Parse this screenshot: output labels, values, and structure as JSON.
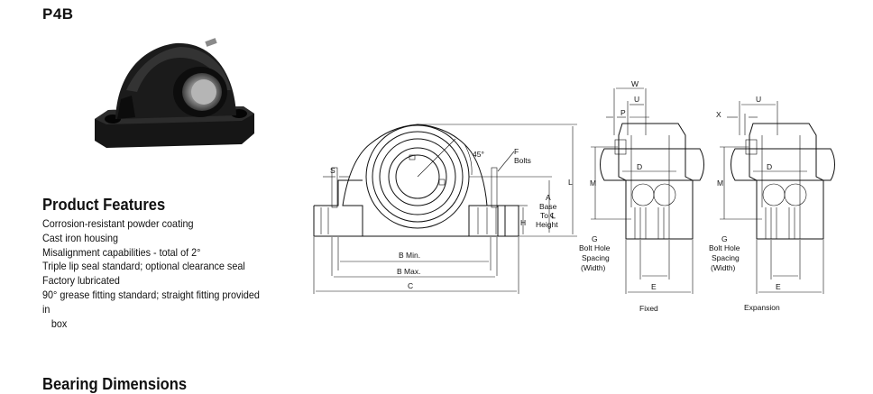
{
  "page": {
    "title": "P4B",
    "features_heading": "Product Features",
    "features": [
      "Corrosion-resistant powder coating",
      "Cast iron housing",
      "Misalignment capabilities - total of 2°",
      "Triple lip seal standard; optional clearance seal",
      "Factory lubricated"
    ],
    "feature_wrap": {
      "line1": "90° grease fitting standard; straight fitting provided in",
      "line2": "box"
    },
    "section_heading": "Bearing Dimensions"
  },
  "drawing": {
    "labels": {
      "S": "S",
      "F": "F",
      "bolts": "Bolts",
      "angle": "45°",
      "L": "L",
      "A1": "A",
      "A2": "Base",
      "A3": "To ℄",
      "A4": "Height",
      "H": "H",
      "Bmin": "B Min.",
      "Bmax": "B Max.",
      "C": "C",
      "W": "W",
      "U": "U",
      "P": "P",
      "D": "D",
      "M": "M",
      "G1": "G",
      "G2": "Bolt Hole",
      "G3": "Spacing",
      "G4": "(Width)",
      "E": "E",
      "fixed": "Fixed",
      "X": "X",
      "expansion": "Expansion"
    }
  }
}
